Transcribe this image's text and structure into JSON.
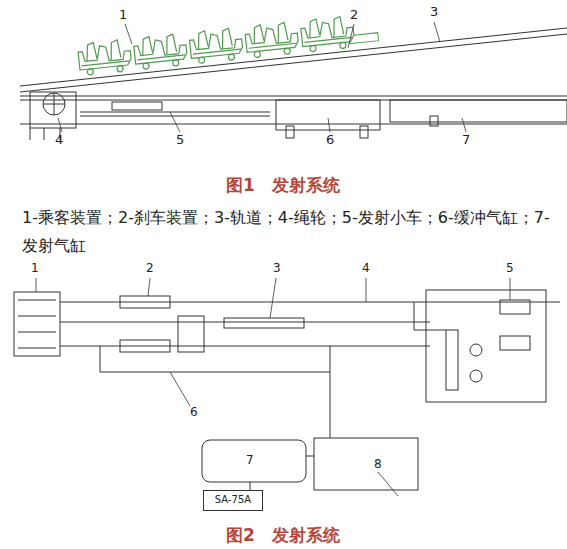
{
  "diagram": {
    "nodes": [
      {
        "text": [
          "SA-75A"
        ]
      }
    ],
    "labels": [
      "1",
      "2",
      "3",
      "4",
      "5",
      "6",
      "7",
      "图1　发射系统",
      "1-乘客装置；2-刹车装置；3-轨道；4-绳轮；5-发射小车；6-缓冲气缸；7-发射气缸",
      "1",
      "2",
      "3",
      "4",
      "5",
      "6",
      "7",
      "8",
      "图2　发射系统"
    ]
  }
}
